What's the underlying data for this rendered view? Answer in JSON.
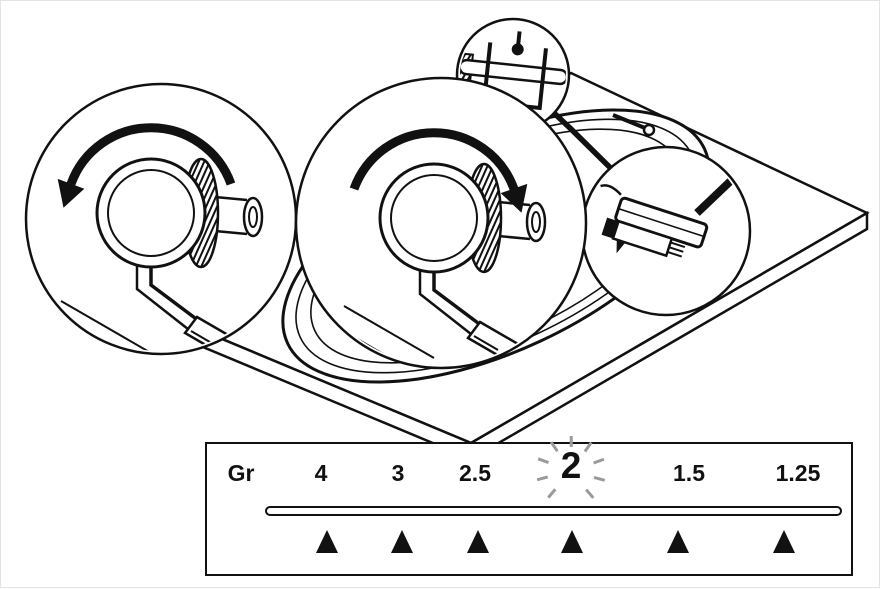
{
  "scale": {
    "unit_label": "Gr",
    "values": [
      "4",
      "3",
      "2.5",
      "2",
      "1.5",
      "1.25"
    ],
    "highlighted_value": "2"
  },
  "colors": {
    "line": "#111111",
    "background": "#ffffff",
    "burst_ticks": "#9a9a9a",
    "marker": "#111111"
  },
  "icons": {
    "rotate_ccw_arrow": "curved-arrow-counterclockwise",
    "rotate_cw_arrow": "curved-arrow-clockwise",
    "scale_marker": "black-up-triangle"
  },
  "illustration": {
    "subject": "turntable counterweight adjustment",
    "insets": [
      "counterweight-rotate-counterclockwise",
      "counterweight-rotate-clockwise",
      "tonearm-pivot",
      "cartridge-stylus"
    ]
  }
}
